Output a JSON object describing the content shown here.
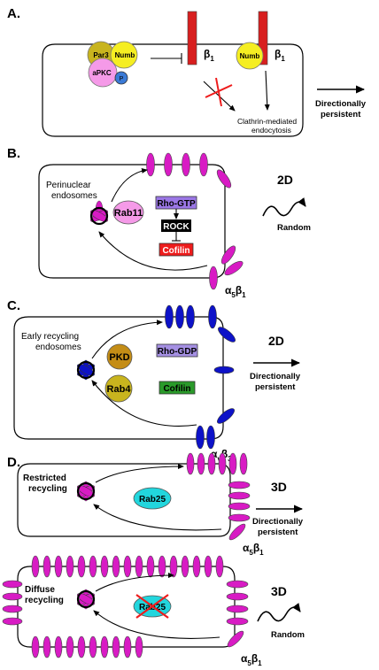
{
  "panels": {
    "a": {
      "label": "A.",
      "par3": "Par3",
      "numb": "Numb",
      "apkc": "aPKC",
      "p": "P",
      "numb2": "Numb",
      "beta1_left": "β",
      "beta1_left_sub": "1",
      "beta1_right": "β",
      "beta1_right_sub": "1",
      "clathrin_line1": "Clathrin-mediated",
      "clathrin_line2": "endocytosis",
      "outcome_line1": "Directionally",
      "outcome_line2": "persistent"
    },
    "b": {
      "label": "B.",
      "endo_line1": "Perinuclear",
      "endo_line2": "endosomes",
      "rab11": "Rab11",
      "rho_gtp": "Rho-GTP",
      "rock": "ROCK",
      "cofilin": "Cofilin",
      "dim": "2D",
      "outcome": "Random",
      "integrin": "α",
      "integrin_sub1": "5",
      "integrin_mid": "β",
      "integrin_sub2": "1"
    },
    "c": {
      "label": "C.",
      "endo_line1": "Early recycling",
      "endo_line2": "endosomes",
      "pkd": "PKD",
      "rab4": "Rab4",
      "rho_gdp": "Rho-GDP",
      "cofilin": "Cofilin",
      "dim": "2D",
      "outcome_line1": "Directionally",
      "outcome_line2": "persistent",
      "integrin": "α",
      "integrin_sub1": "v",
      "integrin_mid": "β",
      "integrin_sub2": "3"
    },
    "d": {
      "label": "D.",
      "top": {
        "recycling_line1": "Restricted",
        "recycling_line2": "recycling",
        "rab25": "Rab25",
        "dim": "3D",
        "outcome_line1": "Directionally",
        "outcome_line2": "persistent",
        "integrin": "α",
        "integrin_sub1": "5",
        "integrin_mid": "β",
        "integrin_sub2": "1"
      },
      "bottom": {
        "recycling_line1": "Diffuse",
        "recycling_line2": "recycling",
        "rab25": "Rab25",
        "dim": "3D",
        "outcome": "Random",
        "integrin": "α",
        "integrin_sub1": "5",
        "integrin_mid": "β",
        "integrin_sub2": "1"
      }
    }
  },
  "colors": {
    "alpha5beta1": "#d81bc4",
    "alphavbeta3": "#0d12c8",
    "numb": "#f5ee22",
    "par3": "#c8b41e",
    "apkc": "#f59ae8",
    "p_phospho": "#3a7ad6",
    "beta1_bar": "#d81f1f",
    "rab11": "#f59ae8",
    "rho_gtp": "#9b77e6",
    "rock": "#000000",
    "cofilin_inactive": "#ee1c1c",
    "pkd": "#c48d16",
    "rab4": "#c8b41e",
    "rho_gdp": "#a590e3",
    "cofilin_active": "#2a9a2a",
    "rab25": "#22d6dd",
    "cross": "#ee1c1c"
  },
  "icons": [
    "endosome-vesicle-icon",
    "wavy-random-arrow-icon",
    "straight-arrow-icon",
    "inhibition-bar-icon",
    "red-cross-icon"
  ]
}
